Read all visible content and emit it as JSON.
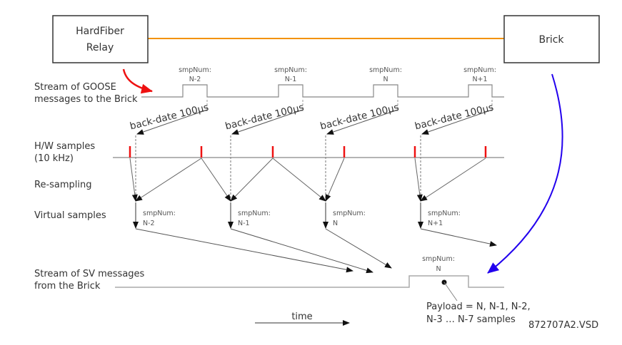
{
  "nodes": {
    "relay": {
      "line1": "HardFiber",
      "line2": "Relay"
    },
    "brick": {
      "label": "Brick"
    }
  },
  "rows": {
    "goose": {
      "line1": "Stream of GOOSE",
      "line2": "messages to the Brick"
    },
    "hw": {
      "line1": "H/W samples",
      "line2": "(10 kHz)"
    },
    "resampling": {
      "label": "Re-sampling"
    },
    "virtual": {
      "label": "Virtual samples"
    },
    "sv": {
      "line1": "Stream of SV messages",
      "line2": "from the Brick"
    }
  },
  "goose_pulses": [
    {
      "prefix": "smpNum:",
      "value": "N-2"
    },
    {
      "prefix": "smpNum:",
      "value": "N-1"
    },
    {
      "prefix": "smpNum:",
      "value": "N"
    },
    {
      "prefix": "smpNum:",
      "value": "N+1"
    }
  ],
  "backdate_label": "back-date 100µs",
  "virtual_samples": [
    {
      "prefix": "smpNum:",
      "value": "N-2"
    },
    {
      "prefix": "smpNum:",
      "value": "N-1"
    },
    {
      "prefix": "smpNum:",
      "value": "N"
    },
    {
      "prefix": "smpNum:",
      "value": "N+1"
    }
  ],
  "sv_pulse": {
    "prefix": "smpNum:",
    "value": "N"
  },
  "payload": {
    "line1": "Payload = N, N-1, N-2,",
    "line2": "N-3 … N-7 samples"
  },
  "time_label": "time",
  "file_id": "872707A2.VSD",
  "colors": {
    "link": "#f39200",
    "goose_arrow": "#ee1111",
    "sv_arrow": "#2200ee",
    "hw_sample": "#ee1111"
  }
}
